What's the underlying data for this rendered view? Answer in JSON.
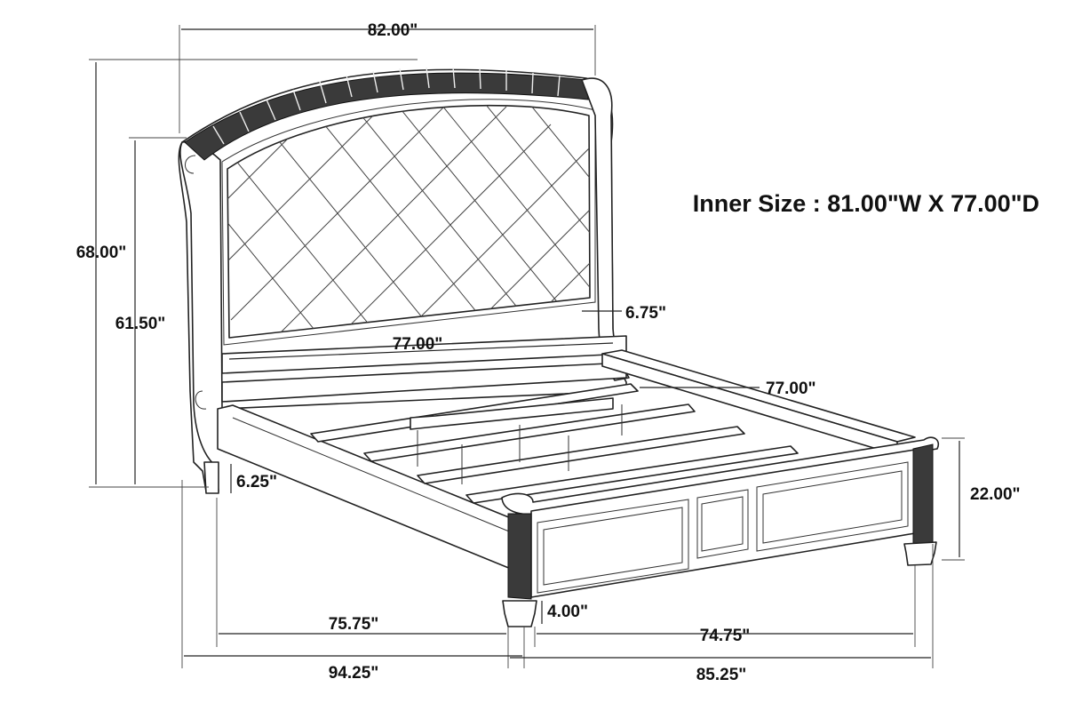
{
  "inner_size": "Inner Size : 81.00\"W X 77.00\"D",
  "dimensions": {
    "overall_width": "82.00\"",
    "overall_height": "68.00\"",
    "headboard_height": "61.50\"",
    "headboard_thickness": "6.75\"",
    "inner_width": "77.00\"",
    "inner_length": "77.00\"",
    "headboard_leg_height": "6.25\"",
    "footboard_height": "22.00\"",
    "footboard_leg_height": "4.00\"",
    "side_rail_inner": "75.75\"",
    "overall_length": "94.25\"",
    "footboard_inner_width": "74.75\"",
    "footboard_outer_width": "85.25\""
  }
}
